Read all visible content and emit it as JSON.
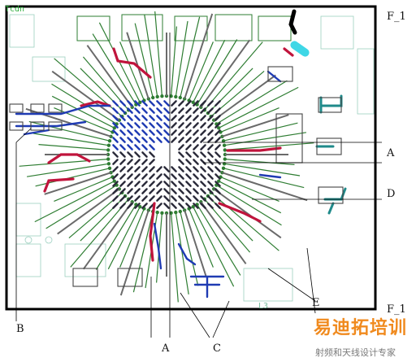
{
  "figure": {
    "corner_tag": "Tcdn",
    "side_labels": [
      "F_1",
      "F_1"
    ],
    "callouts": {
      "A": "A",
      "B": "B",
      "C": "C",
      "D": "D",
      "E": "E"
    },
    "mid_text": "L3"
  },
  "watermark": {
    "main": "易迪拓培训",
    "sub": "射频和天线设计专家"
  },
  "colors": {
    "green_trace": "#2e7d32",
    "blue_trace": "#1f3bb3",
    "red_trace": "#c0143c",
    "gray_trace": "#6a6a6a",
    "teal_trace": "#1f8a8a",
    "cyan_pad": "#3fd7e6",
    "board_outline": "#000000",
    "watermark_orange": "#f08a1e"
  },
  "icons": [
    "bga-chip",
    "pcb-traces",
    "component-pads"
  ]
}
